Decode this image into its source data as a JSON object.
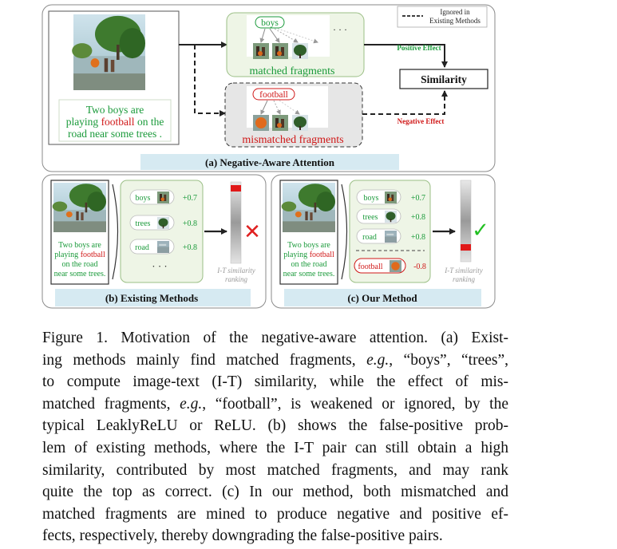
{
  "panel_a": {
    "title": "(a) Negative-Aware Attention",
    "sentence": [
      "Two boys  are",
      "playing ",
      "football",
      " on the",
      "road near some trees ."
    ],
    "matched_query": "boys",
    "matched_label": "matched fragments",
    "mismatched_query": "football",
    "mismatched_label": "mismatched fragments",
    "ellipsis": "· · ·",
    "positive_effect": "Positive Effect",
    "negative_effect": "Negative Effect",
    "similarity": "Similarity",
    "legend": [
      "Ignored in",
      "Existing Methods"
    ]
  },
  "panel_b": {
    "title": "(b) Existing Methods",
    "sentence": [
      "Two boys are",
      "playing ",
      "football",
      "on the road",
      "near some trees."
    ],
    "items": [
      {
        "word": "boys",
        "score": "+0.7"
      },
      {
        "word": "trees",
        "score": "+0.8"
      },
      {
        "word": "road",
        "score": "+0.8"
      }
    ],
    "ellipsis": "· · ·",
    "ranking_label": [
      "I-T similarity",
      "ranking"
    ],
    "mark": "✕"
  },
  "panel_c": {
    "title": "(c) Our Method",
    "sentence": [
      "Two boys are",
      "playing ",
      "football",
      "on the road",
      "near some trees."
    ],
    "items": [
      {
        "word": "boys",
        "score": "+0.7"
      },
      {
        "word": "trees",
        "score": "+0.8"
      },
      {
        "word": "road",
        "score": "+0.8"
      }
    ],
    "negative_item": {
      "word": "football",
      "score": "-0.8"
    },
    "ranking_label": [
      "I-T similarity",
      "ranking"
    ],
    "mark": "✓"
  },
  "colors": {
    "green": "#1a9a3a",
    "red": "#d01818",
    "title_bg": "#d6eaf2",
    "check": "#22c022",
    "cross": "#e02020"
  },
  "caption": {
    "lines": [
      [
        "Figure 1.  Motivation of the negative-aware attention.  (a) Exist-"
      ],
      [
        "ing methods mainly find matched fragments, ",
        {
          "i": "e.g."
        },
        ", “boys”, “trees”,"
      ],
      [
        "to compute image-text (I-T) similarity, while the effect of mis-"
      ],
      [
        "matched fragments, ",
        {
          "i": "e.g."
        },
        ", “football”, is weakened or ignored, by the"
      ],
      [
        "typical LeaklyReLU or ReLU. (b) shows the false-positive prob-"
      ],
      [
        "lem of existing methods, where the I-T pair can still obtain a high"
      ],
      [
        "similarity, contributed by most matched fragments, and may rank"
      ],
      [
        "quite the top as correct.  (c) In our method, both mismatched and"
      ],
      [
        "matched fragments are mined to produce negative and positive ef-"
      ],
      [
        "fects, respectively, thereby downgrading the false-positive pairs."
      ]
    ]
  }
}
